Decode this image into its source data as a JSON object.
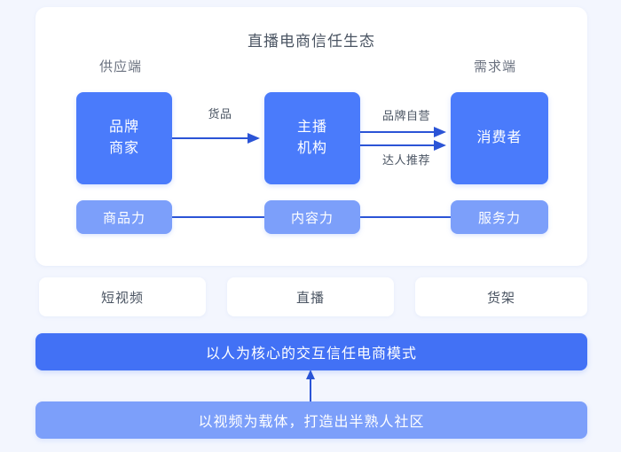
{
  "colors": {
    "page_background": "#f3f6fe",
    "card_background": "#ffffff",
    "primary_blue": "#4a7bfb",
    "light_blue": "#7c9ffa",
    "deep_blue": "#4271f5",
    "arrow_blue": "#2b54d6",
    "text_gray": "#4b5563"
  },
  "eco": {
    "title": "直播电商信任生态",
    "supply_label": "供应端",
    "demand_label": "需求端",
    "nodes": [
      {
        "id": "brand",
        "label": "品牌\n商家"
      },
      {
        "id": "agency",
        "label": "主播\n机构"
      },
      {
        "id": "consumer",
        "label": "消费者"
      }
    ],
    "arrow_labels": {
      "goods": "货品",
      "self_operated": "品牌自营",
      "influencer": "达人推荐"
    },
    "capabilities": [
      {
        "id": "product",
        "label": "商品力"
      },
      {
        "id": "content",
        "label": "内容力"
      },
      {
        "id": "service",
        "label": "服务力"
      }
    ]
  },
  "channels": [
    {
      "label": "短视频"
    },
    {
      "label": "直播"
    },
    {
      "label": "货架"
    }
  ],
  "summary": {
    "model_bar": "以人为核心的交互信任电商模式",
    "community_bar": "以视频为载体，打造出半熟人社区"
  }
}
